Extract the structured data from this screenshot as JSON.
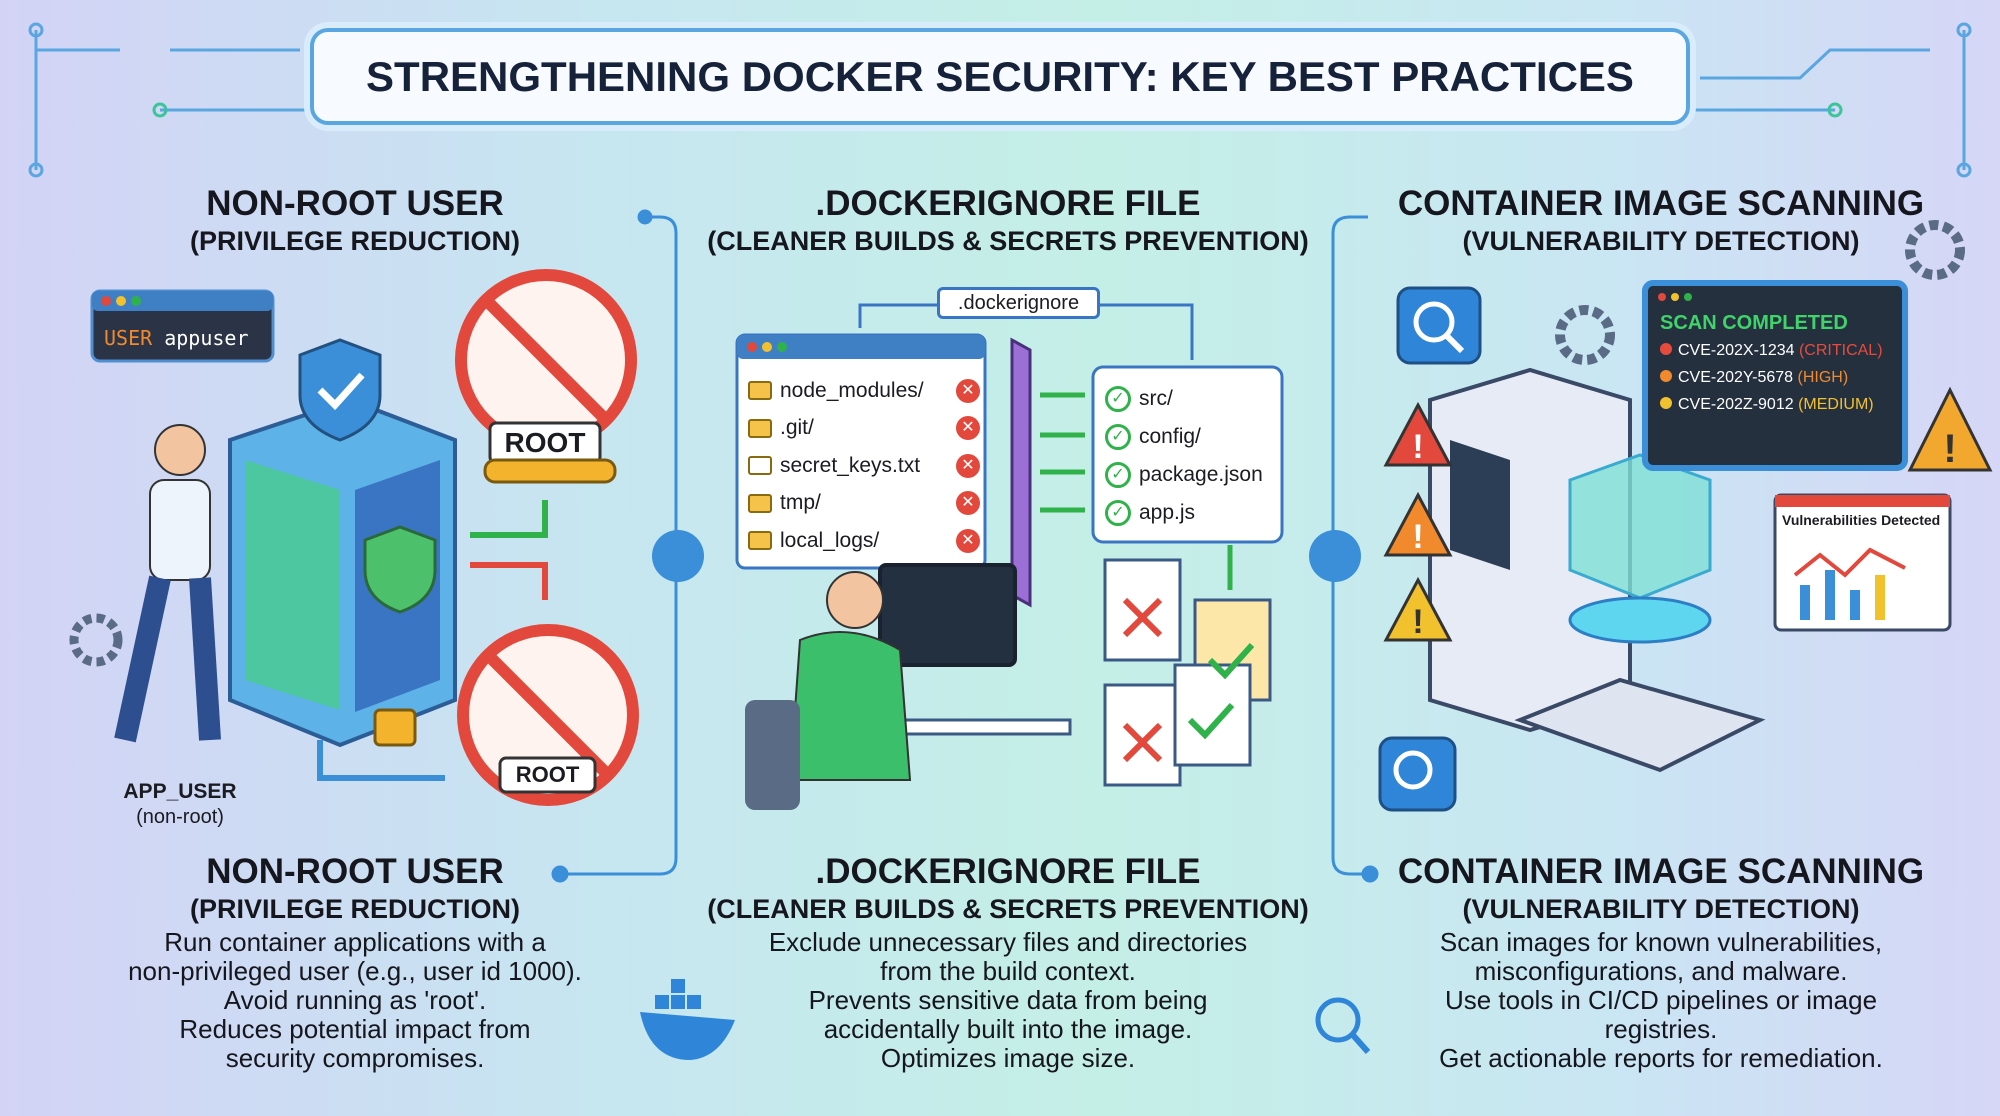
{
  "title": "STRENGTHENING DOCKER SECURITY: KEY BEST PRACTICES",
  "sections": [
    {
      "title": "NON-ROOT USER",
      "subtitle": "(PRIVILEGE REDUCTION)",
      "body": [
        "Run container applications with a",
        "non-privileged user (e.g., user id 1000).",
        "Avoid running as 'root'.",
        "Reduces potential impact from",
        "security compromises."
      ]
    },
    {
      "title": ".DOCKERIGNORE FILE",
      "subtitle": "(CLEANER BUILDS & SECRETS PREVENTION)",
      "body": [
        "Exclude unnecessary files and directories",
        "from the build context.",
        "Prevents sensitive data from being",
        "accidentally built into the image.",
        "Optimizes image size."
      ]
    },
    {
      "title": "CONTAINER IMAGE SCANNING",
      "subtitle": "(VULNERABILITY DETECTION)",
      "body": [
        "Scan images for known vulnerabilities,",
        "misconfigurations, and malware.",
        "Use tools in CI/CD pipelines or image",
        "registries.",
        "Get actionable reports for remediation."
      ]
    }
  ],
  "nonroot": {
    "terminal_keyword": "USER",
    "terminal_value": "appuser",
    "root_label": "ROOT",
    "root_label_2": "ROOT",
    "user_label": "APP_USER",
    "user_sublabel": "(non-root)"
  },
  "dockerignore": {
    "file_label": ".dockerignore",
    "excluded": [
      "node_modules/",
      ".git/",
      "secret_keys.txt",
      "tmp/",
      "local_logs/"
    ],
    "included": [
      "src/",
      "config/",
      "package.json",
      "app.js"
    ]
  },
  "scanning": {
    "terminal_title": "SCAN COMPLETED",
    "findings": [
      {
        "id": "CVE-202X-1234",
        "severity": "(CRITICAL)",
        "color": "#e84a3c"
      },
      {
        "id": "CVE-202Y-5678",
        "severity": "(HIGH)",
        "color": "#f08a2c"
      },
      {
        "id": "CVE-202Z-9012",
        "severity": "(MEDIUM)",
        "color": "#f2c12e"
      }
    ],
    "report_title": "Vulnerabilities Detected"
  },
  "colors": {
    "accent": "#3a8fd8",
    "danger": "#e2483b",
    "ok": "#2fb24a"
  }
}
